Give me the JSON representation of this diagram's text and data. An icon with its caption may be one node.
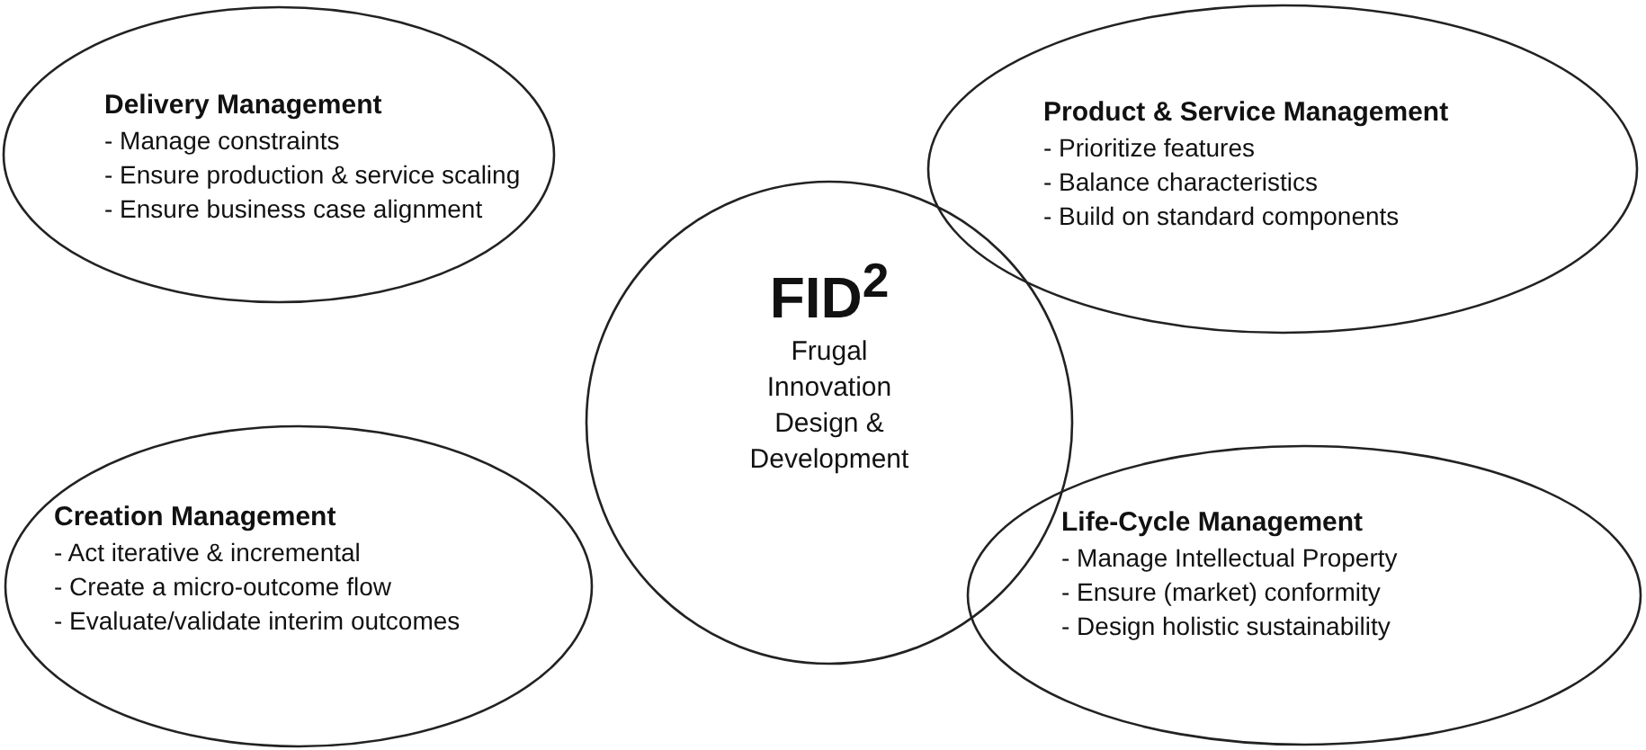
{
  "diagram": {
    "nodes": [
      {
        "text": [
          "Delivery Management",
          "- Manage constraints",
          "- Ensure production & service scaling",
          "- Ensure business case alignment"
        ]
      },
      {
        "text": [
          "Product & Service Management",
          "- Prioritize features",
          "- Balance characteristics",
          "- Build on standard components"
        ]
      },
      {
        "text": [
          "FID$^{2}$",
          "Frugal Innovation Design & Development"
        ]
      },
      {
        "text": [
          "Creation Management",
          "- Act iterative & incremental",
          "- Create a micro-outcome flow",
          "- Evaluate/validate interim outcomes"
        ]
      },
      {
        "text": [
          "Life-Cycle Management",
          "- Manage Intellectual Property",
          "- Ensure (market) conformity",
          "- Design holistic sustainability"
        ]
      }
    ]
  }
}
